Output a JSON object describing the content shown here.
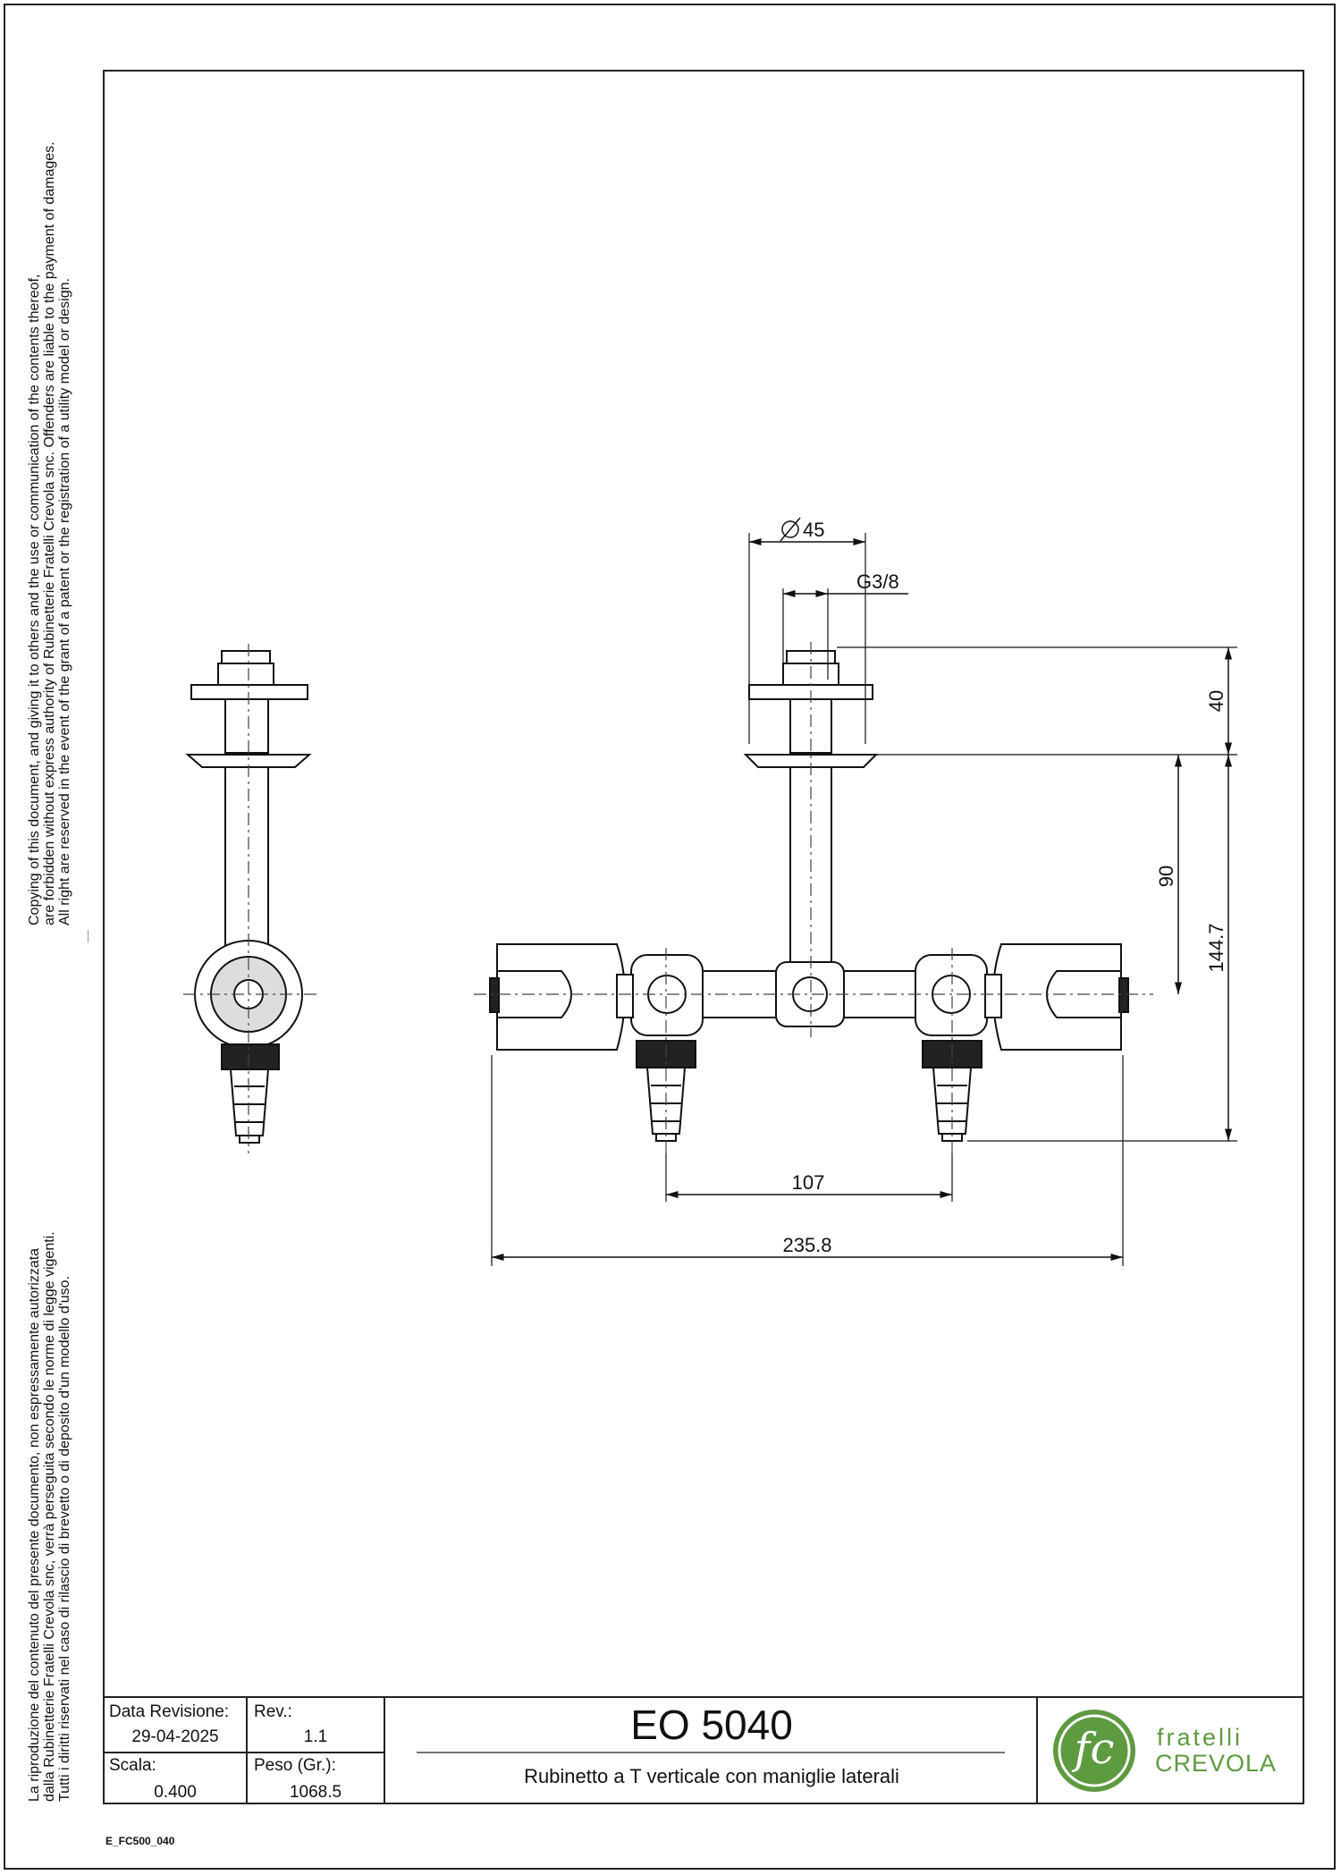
{
  "legal_notice_en": [
    "Copying of this document, and giving it to others and the use or communication of the contents thereof,",
    "are forbidden without express authority of Rubinetterie Fratelli Crevola snc. Offenders are liable to the payment of damages.",
    "All right are reserved in the event of the grant of a patent or the registration of a utility model or design."
  ],
  "legal_notice_it": [
    "La riproduzione del contenuto del presente documento, non espressamente autorizzata",
    "dalla Rubinetterie Fratelli Crevola snc, verrà perseguita secondo le norme di legge vigenti.",
    "Tutti i diritti riservati nel caso di rilascio di brevetto o di deposito d'un modello d'uso."
  ],
  "dimensions": {
    "diameter": "45",
    "thread": "G3/8",
    "top_height": "40",
    "mid_height": "90",
    "total_height": "144.7",
    "outlet_spacing": "107",
    "total_width": "235.8"
  },
  "title_block": {
    "revision_date_label": "Data Revisione:",
    "revision_date": "29-04-2025",
    "rev_label": "Rev.:",
    "rev": "1.1",
    "scale_label": "Scala:",
    "scale": "0.400",
    "weight_label": "Peso (Gr.):",
    "weight": "1068.5",
    "product_code": "EO 5040",
    "description": "Rubinetto a T verticale con maniglie laterali"
  },
  "brand": {
    "logo_letters": "fc",
    "name_line1": "fratelli",
    "name_line2": "CREVOLA",
    "color": "#5e9a40"
  },
  "file_code": "E_FC500_040"
}
